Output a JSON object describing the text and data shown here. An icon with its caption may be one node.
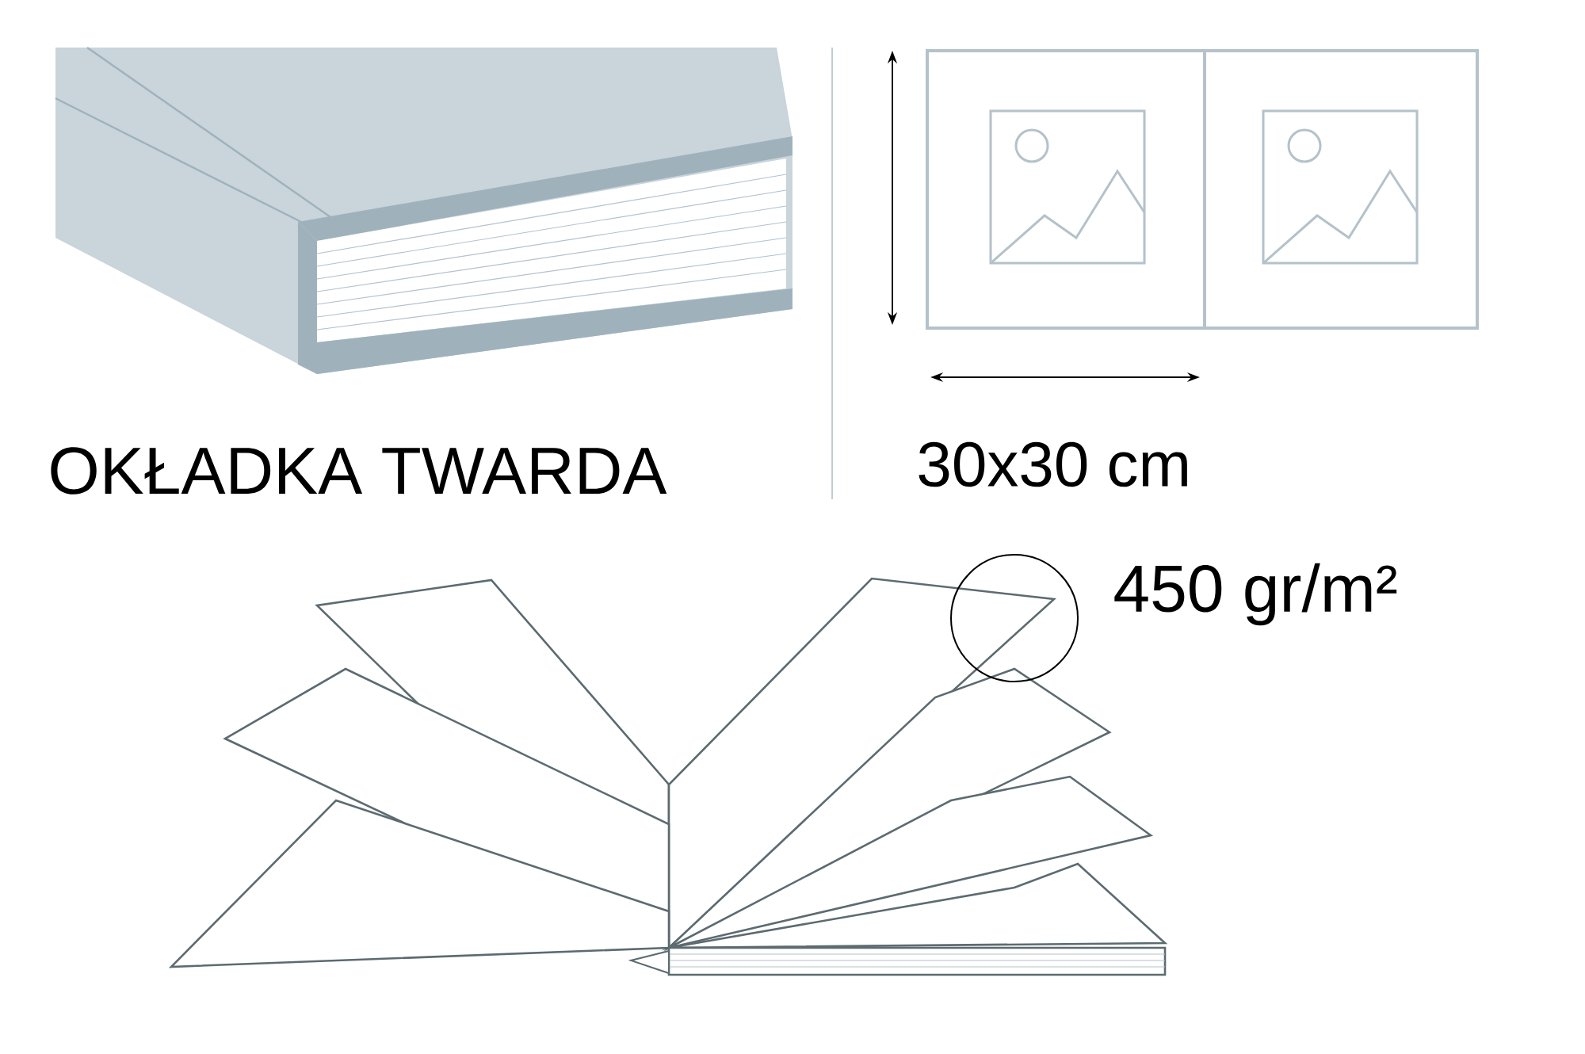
{
  "diagram": {
    "labels": [
      "OKŁADKA TWARDA",
      "30x30 cm",
      "450 gr/m²"
    ]
  }
}
